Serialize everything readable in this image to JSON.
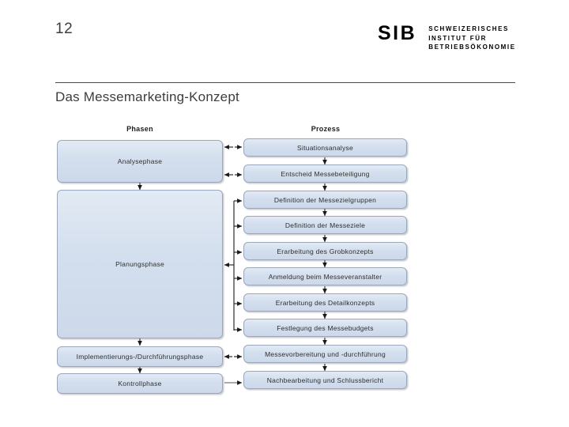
{
  "slide": {
    "page_number": "12",
    "title": "Das Messemarketing-Konzept"
  },
  "logo": {
    "mark": "SIB",
    "line1": "SCHWEIZERISCHES",
    "line2": "INSTITUT FÜR",
    "line3": "BETRIEBSÖKONOMIE"
  },
  "diagram": {
    "headers": {
      "phases": "Phasen",
      "process": "Prozess"
    },
    "phases": [
      {
        "label": "Analysephase"
      },
      {
        "label": "Planungsphase"
      },
      {
        "label": "Implementierungs-/Durchführungsphase"
      },
      {
        "label": "Kontrollphase"
      }
    ],
    "process": [
      {
        "label": "Situationsanalyse"
      },
      {
        "label": "Entscheid Messebeteiligung"
      },
      {
        "label": "Definition der Messezielgruppen"
      },
      {
        "label": "Definition der Messeziele"
      },
      {
        "label": "Erarbeitung des Grobkonzepts"
      },
      {
        "label": "Anmeldung beim Messeveranstalter"
      },
      {
        "label": "Erarbeitung des Detailkonzepts"
      },
      {
        "label": "Festlegung des Messebudgets"
      },
      {
        "label": "Messevorbereitung und -durchführung"
      },
      {
        "label": "Nachbearbeitung und Schlussbericht"
      }
    ]
  },
  "colors": {
    "node_fill": "#d6e0ef",
    "node_border": "#9aa8bb",
    "text": "#3a3a3a",
    "rule": "#4a4a4a",
    "connector": "#1a1a1a"
  }
}
